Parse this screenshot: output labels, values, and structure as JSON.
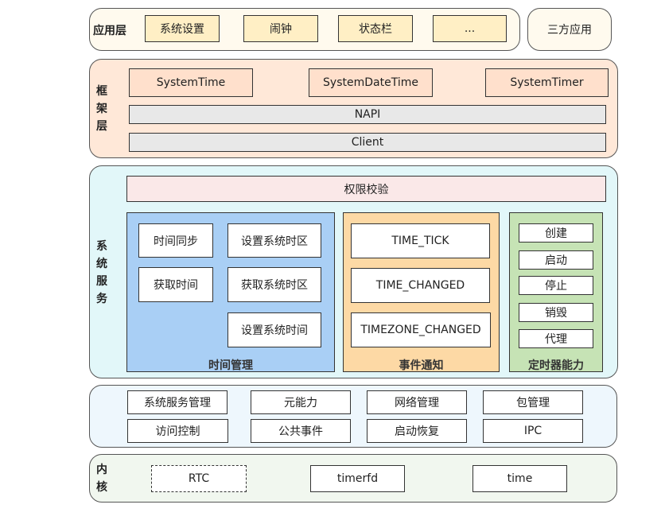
{
  "app_layer": {
    "label": "应用层",
    "items": [
      "系统设置",
      "闹钟",
      "状态栏",
      "..."
    ],
    "third_party": "三方应用"
  },
  "framework_layer": {
    "label_chars": [
      "框",
      "架",
      "层"
    ],
    "apis": [
      "SystemTime",
      "SystemDateTime",
      "SystemTimer"
    ],
    "napi": "NAPI",
    "client": "Client"
  },
  "service_layer": {
    "label_chars": [
      "系",
      "统",
      "服",
      "务"
    ],
    "permission": "权限校验",
    "time_management": {
      "title": "时间管理",
      "items": [
        "时间同步",
        "设置系统时区",
        "获取时间",
        "获取系统时区",
        "设置系统时间"
      ]
    },
    "event_notification": {
      "title": "事件通知",
      "items": [
        "TIME_TICK",
        "TIME_CHANGED",
        "TIMEZONE_CHANGED"
      ]
    },
    "timer_capability": {
      "title": "定时器能力",
      "items": [
        "创建",
        "启动",
        "停止",
        "销毁",
        "代理"
      ]
    }
  },
  "infra_layer": {
    "row1": [
      "系统服务管理",
      "元能力",
      "网络管理",
      "包管理"
    ],
    "row2": [
      "访问控制",
      "公共事件",
      "启动恢复",
      "IPC"
    ]
  },
  "kernel_layer": {
    "label_chars": [
      "内",
      "核"
    ],
    "items": [
      "RTC",
      "timerfd",
      "time"
    ]
  },
  "colors": {
    "app_bg": "#fffaee",
    "app_item": "#ffefc5",
    "framework_bg": "#ffe8d8",
    "framework_item": "#ffe0cc",
    "bar_gray": "#e8e8e8",
    "service_bg": "#e2f7f9",
    "permission": "#fae8e8",
    "time_mgmt": "#a9cff5",
    "event": "#fdd9a5",
    "timer": "#c6e3b5",
    "infra_bg": "#eef7fd",
    "kernel_bg": "#f1f7ef"
  }
}
